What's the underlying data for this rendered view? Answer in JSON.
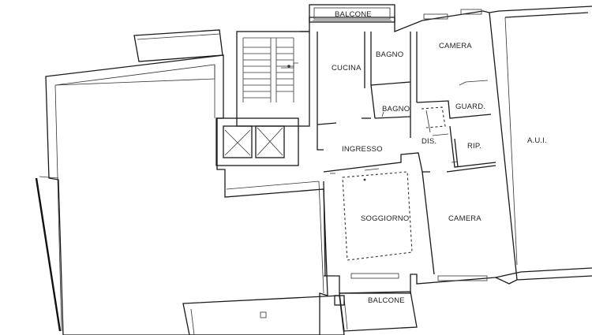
{
  "rooms": {
    "balcone_top": "BALCONE",
    "bagno_1": "BAGNO",
    "camera_1": "CAMERA",
    "cucina": "CUCINA",
    "bagno_2": "BAGNO",
    "guardaroba": "GUARD.",
    "disimpegno": "DIS.",
    "ingresso": "INGRESSO",
    "ripostiglio": "RIP.",
    "aui": "A.U.I.",
    "soggiorno": "SOGGIORNO",
    "camera_2": "CAMERA",
    "balcone_bottom": "BALCONE"
  }
}
